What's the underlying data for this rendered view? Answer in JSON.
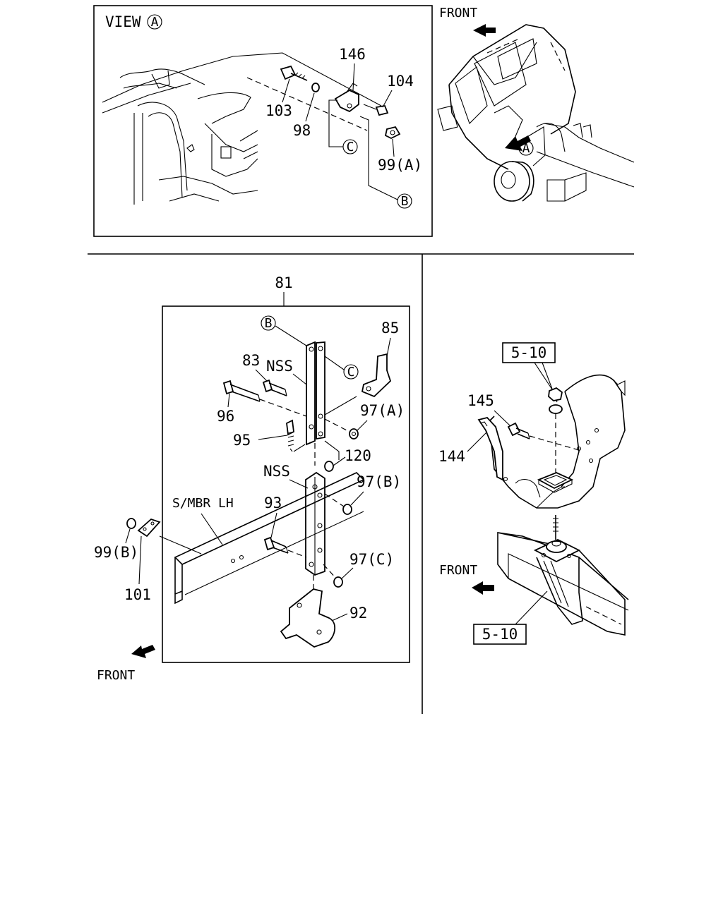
{
  "panels": {
    "view_a": {
      "title": "VIEW",
      "title_marker": "A",
      "labels": {
        "p146": "146",
        "p104": "104",
        "p103": "103",
        "p98": "98",
        "p99a": "99(A)",
        "ref_c": "C",
        "ref_b": "B"
      }
    },
    "cab_overview": {
      "front": "FRONT",
      "view_marker": "A"
    },
    "assembly": {
      "labels": {
        "p81": "81",
        "p85": "85",
        "p83": "83",
        "nss_top": "NSS",
        "p96": "96",
        "p97a": "97(A)",
        "p95": "95",
        "p120": "120",
        "nss_bottom": "NSS",
        "p97b": "97(B)",
        "smbr": "S/MBR LH",
        "p93": "93",
        "p99b": "99(B)",
        "p97c": "97(C)",
        "p101": "101",
        "p92": "92",
        "ref_b": "B",
        "ref_c": "C"
      },
      "front": "FRONT"
    },
    "mount": {
      "box_top": "5-10",
      "p145": "145",
      "p144": "144",
      "front": "FRONT",
      "box_bottom": "5-10"
    }
  }
}
